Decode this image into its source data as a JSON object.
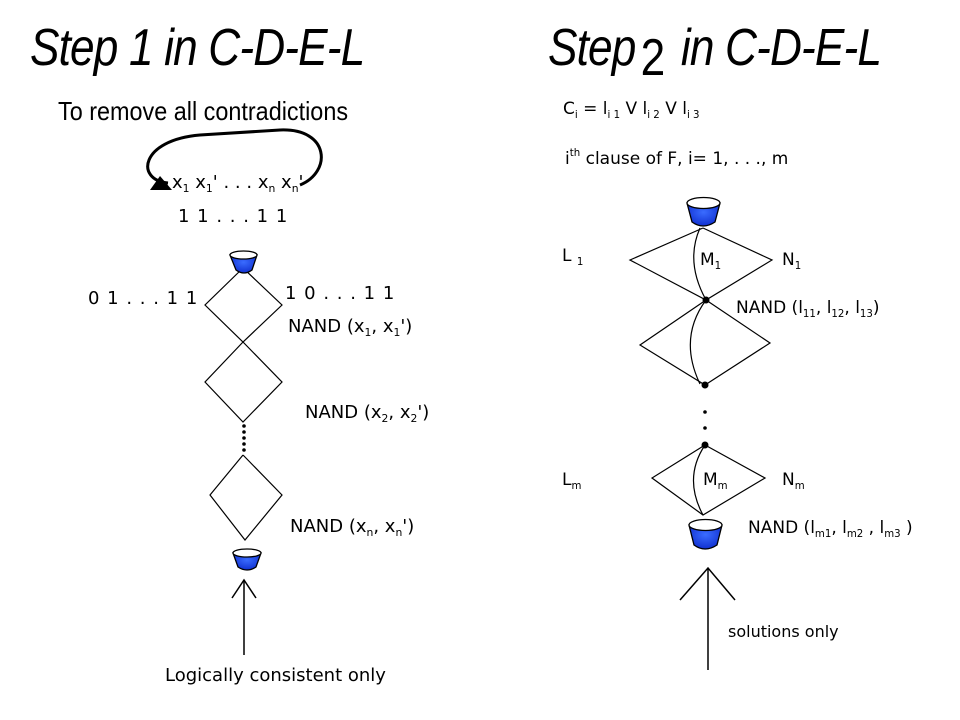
{
  "step1": {
    "title": "Step 1 in C-D-E-L",
    "subtitle": "To remove all contradictions",
    "variables": {
      "x1": "x",
      "s1": "1",
      "x1p": "x",
      "s1p": "1",
      "ellipsis": ". . .",
      "xn": "x",
      "sn": "n",
      "xnp": "x",
      "snp": "n"
    },
    "bits_top": "1 1 . . . 1 1",
    "left_branch_bits": "0 1 . . . 1 1",
    "right_branch_bits": "1 0 . . . 1 1",
    "nand1": {
      "prefix": "NAND (x",
      "a": "1",
      "mid": ", x",
      "b": "1",
      "suffix": "')"
    },
    "nand2": {
      "prefix": "NAND (x",
      "a": "2",
      "mid": ", x",
      "b": "2",
      "suffix": "')"
    },
    "nandn": {
      "prefix": "NAND (x",
      "a": "n",
      "mid": ", x",
      "b": "n",
      "suffix": "')"
    },
    "bottom_label": "Logically consistent only"
  },
  "step2": {
    "title_pre": "Step",
    "title_num": "2",
    "title_post": "in C-D-E-L",
    "clause_formula": {
      "c": "C",
      "ci": "i",
      "eq": " = l",
      "i1": "i 1",
      "v1": " V l",
      "i2": "i 2",
      "v2": " V l",
      "i3": "i 3"
    },
    "clause_desc": {
      "pre": "i",
      "th": "th",
      "post": " clause of F, i= 1, . . ., m"
    },
    "L1": {
      "main": "L",
      "sub": "1"
    },
    "M1": {
      "main": "M",
      "sub": "1"
    },
    "N1": {
      "main": "N",
      "sub": "1"
    },
    "nand1": {
      "prefix": "NAND (l",
      "a": "11",
      "mid1": ", l",
      "b": "12",
      "mid2": ", l",
      "c": "13",
      "suffix": ")"
    },
    "Lm": {
      "main": "L",
      "sub": "m"
    },
    "Mm": {
      "main": "M",
      "sub": "m"
    },
    "Nm": {
      "main": "N",
      "sub": "m"
    },
    "nandm": {
      "prefix": "NAND (l",
      "a": "m1",
      "mid1": ", l",
      "b": "m2",
      "mid2": " , l",
      "c": "m3",
      "suffix": " )"
    },
    "bottom_label": "solutions only"
  },
  "colors": {
    "liquid": "#1e46e6",
    "ink": "#000000"
  },
  "icons": [
    "bucket-icon",
    "arrow-up-icon",
    "loop-arrow-icon"
  ]
}
